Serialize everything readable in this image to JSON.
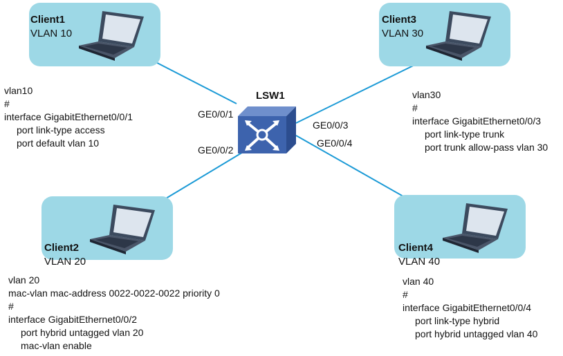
{
  "switch": {
    "name": "LSW1",
    "ports": {
      "p1": "GE0/0/1",
      "p2": "GE0/0/2",
      "p3": "GE0/0/3",
      "p4": "GE0/0/4"
    }
  },
  "clients": [
    {
      "name": "Client1",
      "vlan": "VLAN 10"
    },
    {
      "name": "Client2",
      "vlan": "VLAN 20"
    },
    {
      "name": "Client3",
      "vlan": "VLAN 30"
    },
    {
      "name": "Client4",
      "vlan": "VLAN 40"
    }
  ],
  "configs": {
    "c1": [
      "vlan10",
      "#",
      "interface GigabitEthernet0/0/1",
      "port link-type access",
      "port default vlan 10"
    ],
    "c2": [
      "vlan 20",
      "mac-vlan mac-address 0022-0022-0022 priority 0",
      "#",
      "interface GigabitEthernet0/0/2",
      "port hybrid untagged vlan 20",
      "mac-vlan enable"
    ],
    "c3": [
      "vlan30",
      "#",
      "interface GigabitEthernet0/0/3",
      "port link-type trunk",
      "port trunk allow-pass vlan 30"
    ],
    "c4": [
      "vlan 40",
      "#",
      "interface GigabitEthernet0/0/4",
      "port link-type hybrid",
      "port hybrid untagged vlan 40"
    ]
  },
  "colors": {
    "link": "#1b9ad6",
    "client_box": "#9dd8e6",
    "switch_body": "#3d63ad"
  },
  "icons": {
    "client": "laptop-icon",
    "switch": "layer3-switch-icon"
  }
}
